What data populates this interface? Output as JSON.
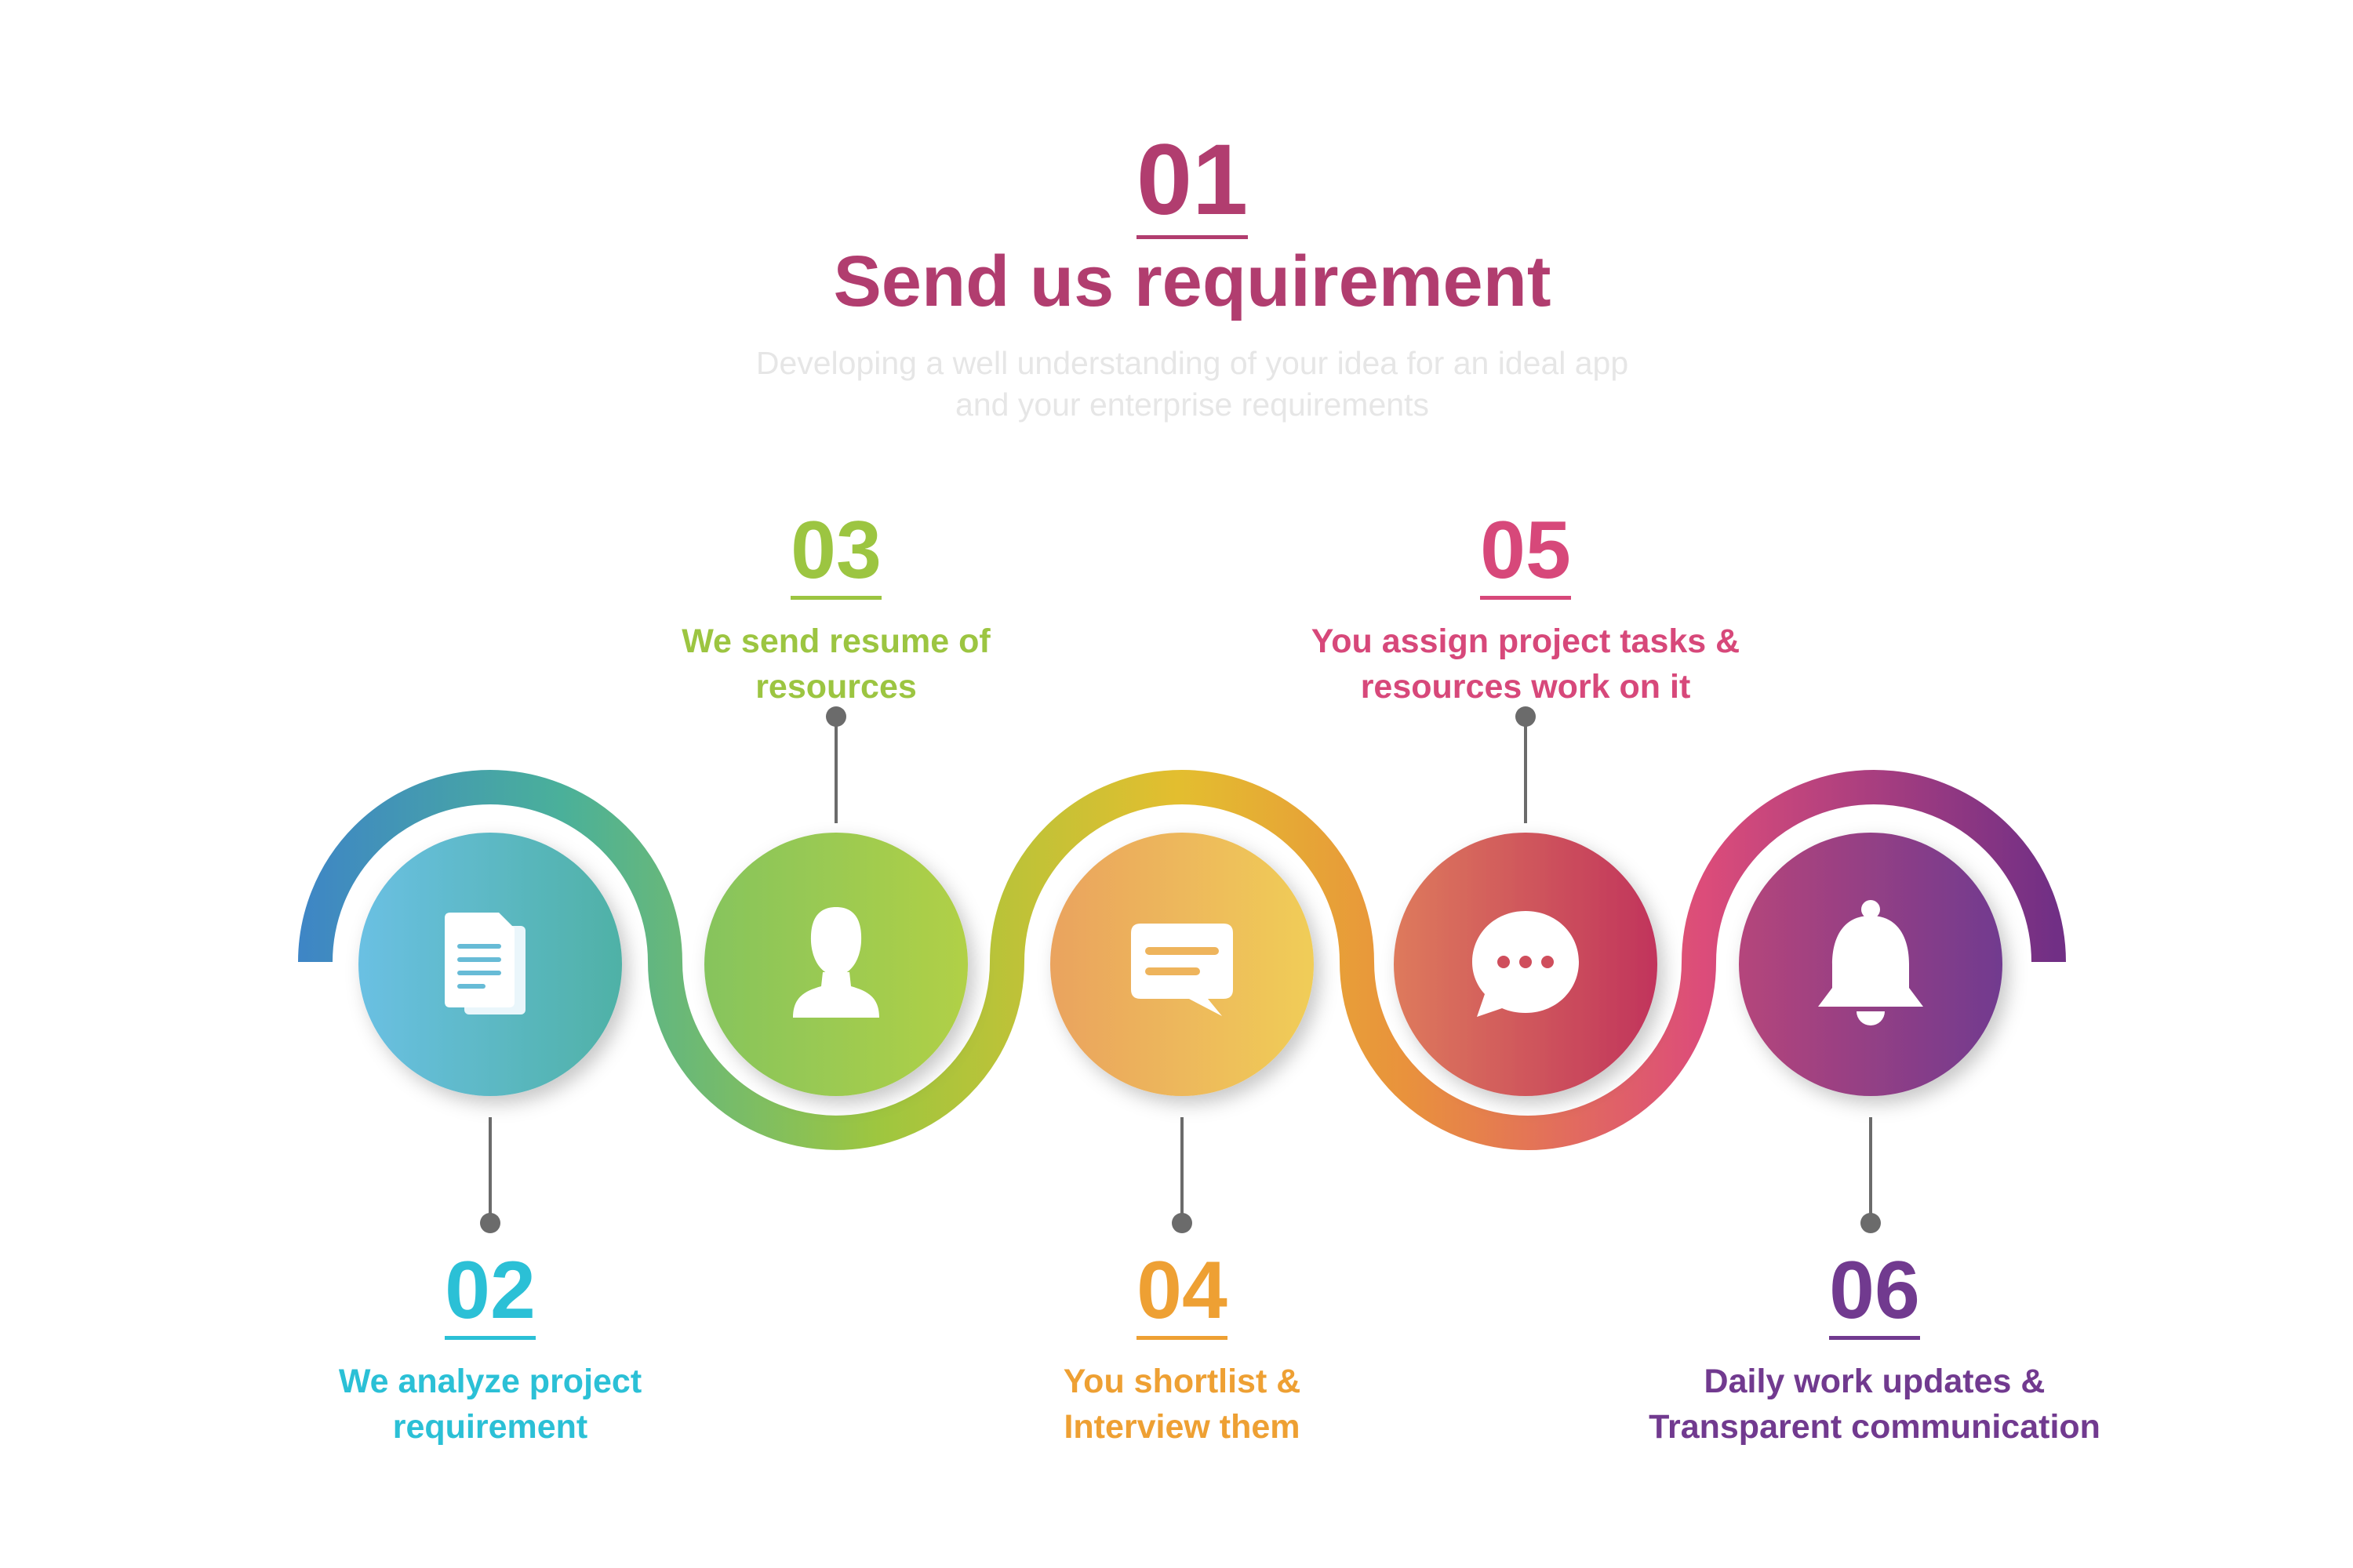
{
  "steps": [
    {
      "number": "01",
      "title": "Send us requirement",
      "description": "Developing a well understanding of your idea for an ideal app and your enterprise requirements",
      "color": "#b13d6f"
    },
    {
      "number": "02",
      "title": "We analyze project requirement",
      "color": "#2bc0d6",
      "icon": "document-icon",
      "circle_colors": [
        "#6ac0e3",
        "#4fb1a6"
      ]
    },
    {
      "number": "03",
      "title": "We send resume of resources",
      "color": "#9cc541",
      "icon": "user-icon",
      "circle_colors": [
        "#86c45d",
        "#b1d046"
      ]
    },
    {
      "number": "04",
      "title": "You shortlist & Interview them",
      "color": "#eea033",
      "icon": "message-icon",
      "circle_colors": [
        "#eaa35e",
        "#f0cd58"
      ]
    },
    {
      "number": "05",
      "title": "You assign project tasks & resources work on it",
      "color": "#d7487a",
      "icon": "chat-bubble-icon",
      "circle_colors": [
        "#de7a5c",
        "#c1345b"
      ]
    },
    {
      "number": "06",
      "title": "Daily work updates & Transparent communication",
      "color": "#713a8f",
      "icon": "bell-icon",
      "circle_colors": [
        "#b5457b",
        "#713a8f"
      ]
    }
  ],
  "track_colors": [
    "#3e85c6",
    "#4ab09a",
    "#9ec63f",
    "#e3be2f",
    "#e9923c",
    "#dc4c7a",
    "#712f85"
  ]
}
